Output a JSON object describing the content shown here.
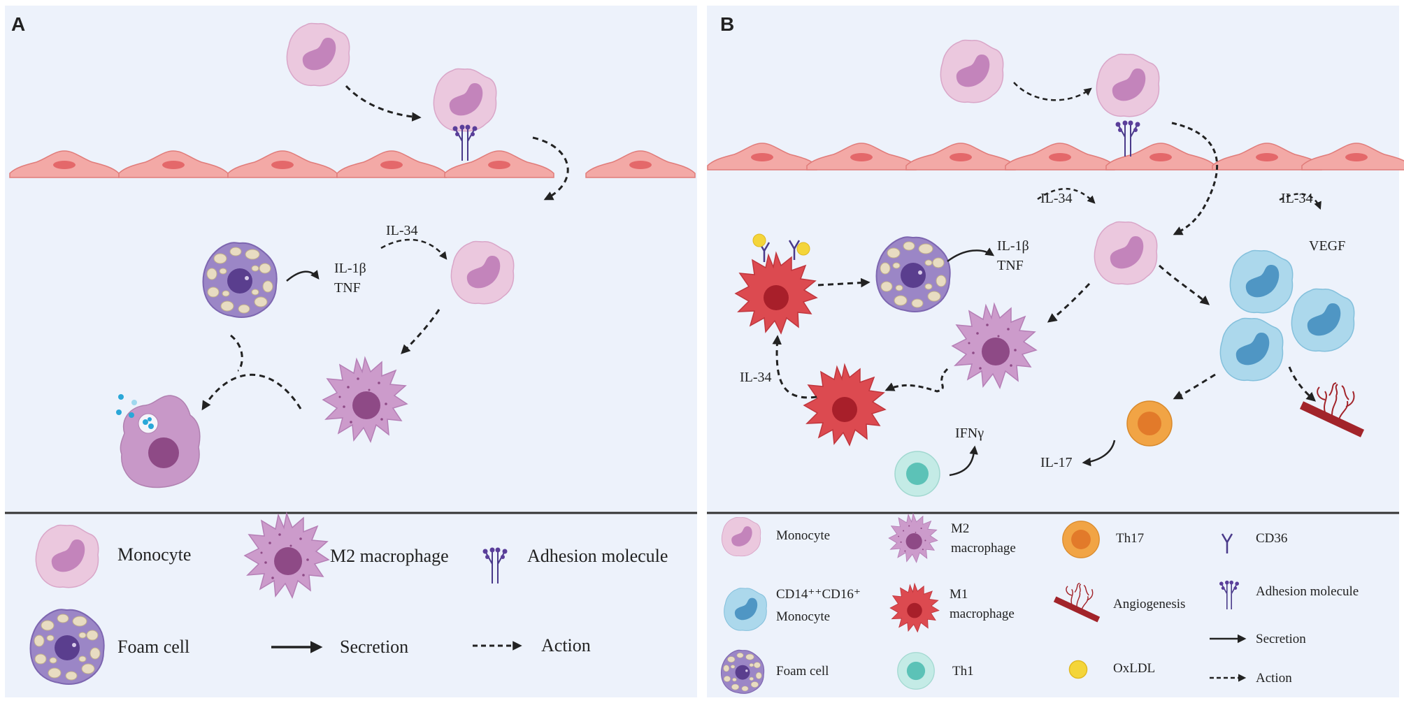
{
  "panel_a": {
    "letter": "A",
    "labels": {
      "il34": "IL-34",
      "il1b": "IL-1β",
      "tnf": "TNF"
    },
    "legend": {
      "monocyte": "Monocyte",
      "m2": "M2 macrophage",
      "adhesion": "Adhesion molecule",
      "foam": "Foam cell",
      "secretion": "Secretion",
      "action": "Action"
    }
  },
  "panel_b": {
    "letter": "B",
    "labels": {
      "il34_top": "IL-34",
      "il34_right": "IL-34",
      "vegf": "VEGF",
      "il1b": "IL-1β",
      "tnf": "TNF",
      "il34_left": "IL-34",
      "ifng": "IFNγ",
      "il17": "IL-17"
    },
    "legend": {
      "monocyte": "Monocyte",
      "m2_line1": "M2",
      "m2_line2": "macrophage",
      "th17": "Th17",
      "cd36": "CD36",
      "cd14_line1": "CD14⁺⁺CD16⁺",
      "cd14_line2": "Monocyte",
      "m1_line1": "M1",
      "m1_line2": "macrophage",
      "angiogenesis": "Angiogenesis",
      "adhesion": "Adhesion molecule",
      "foam": "Foam cell",
      "th1": "Th1",
      "oxldl": "OxLDL",
      "secretion": "Secretion",
      "action": "Action"
    }
  },
  "colors": {
    "panel_bg": "#edf2fb",
    "endothelial": "#f2a7a4",
    "monocyte": "#e9c3dc",
    "monocyte_nucleus": "#c786bd",
    "m2": "#c898c8",
    "m1": "#d94a4f",
    "foam": "#9a85c4",
    "cd14_monocyte": "#a9d6ea",
    "th1": "#bfe8e4",
    "th17": "#f0a345",
    "oxldl": "#f3d335",
    "adhesion": "#4a3a8a",
    "vessel": "#a2242a"
  }
}
